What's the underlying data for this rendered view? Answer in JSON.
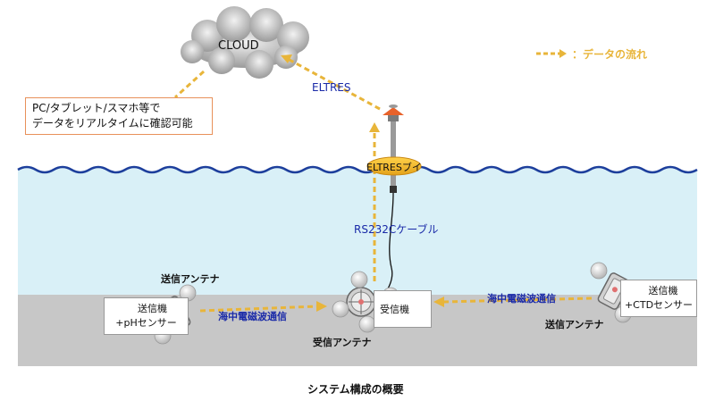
{
  "cloud_label": "CLOUD",
  "eltres_label": "ELTRES",
  "legend": {
    "text": "：データの流れ",
    "color": "#e8b53a"
  },
  "device_box": {
    "line1": "PC/タブレット/スマホ等で",
    "line2": "データをリアルタイムに確認可能",
    "border_color": "#e8915a"
  },
  "buoy_label": "ELTRESブイ",
  "cable_label": "RS232Cケーブル",
  "left_unit": {
    "antenna_label": "送信アンテナ",
    "line1": "送信機",
    "line2": "+pHセンサー"
  },
  "left_link_label": "海中電磁波通信",
  "center_unit": {
    "antenna_label": "受信アンテナ",
    "line1": "受信機"
  },
  "right_link_label": "海中電磁波通信",
  "right_unit": {
    "antenna_label": "送信アンテナ",
    "line1": "送信機",
    "line2": "+CTDセンサー"
  },
  "caption": "システム構成の概要",
  "colors": {
    "sea": "#d9f0f7",
    "sea_line": "#1d3f9c",
    "seabed": "#c7c7c7",
    "flow": "#e8b53a",
    "blue_text": "#1a2aa8"
  }
}
